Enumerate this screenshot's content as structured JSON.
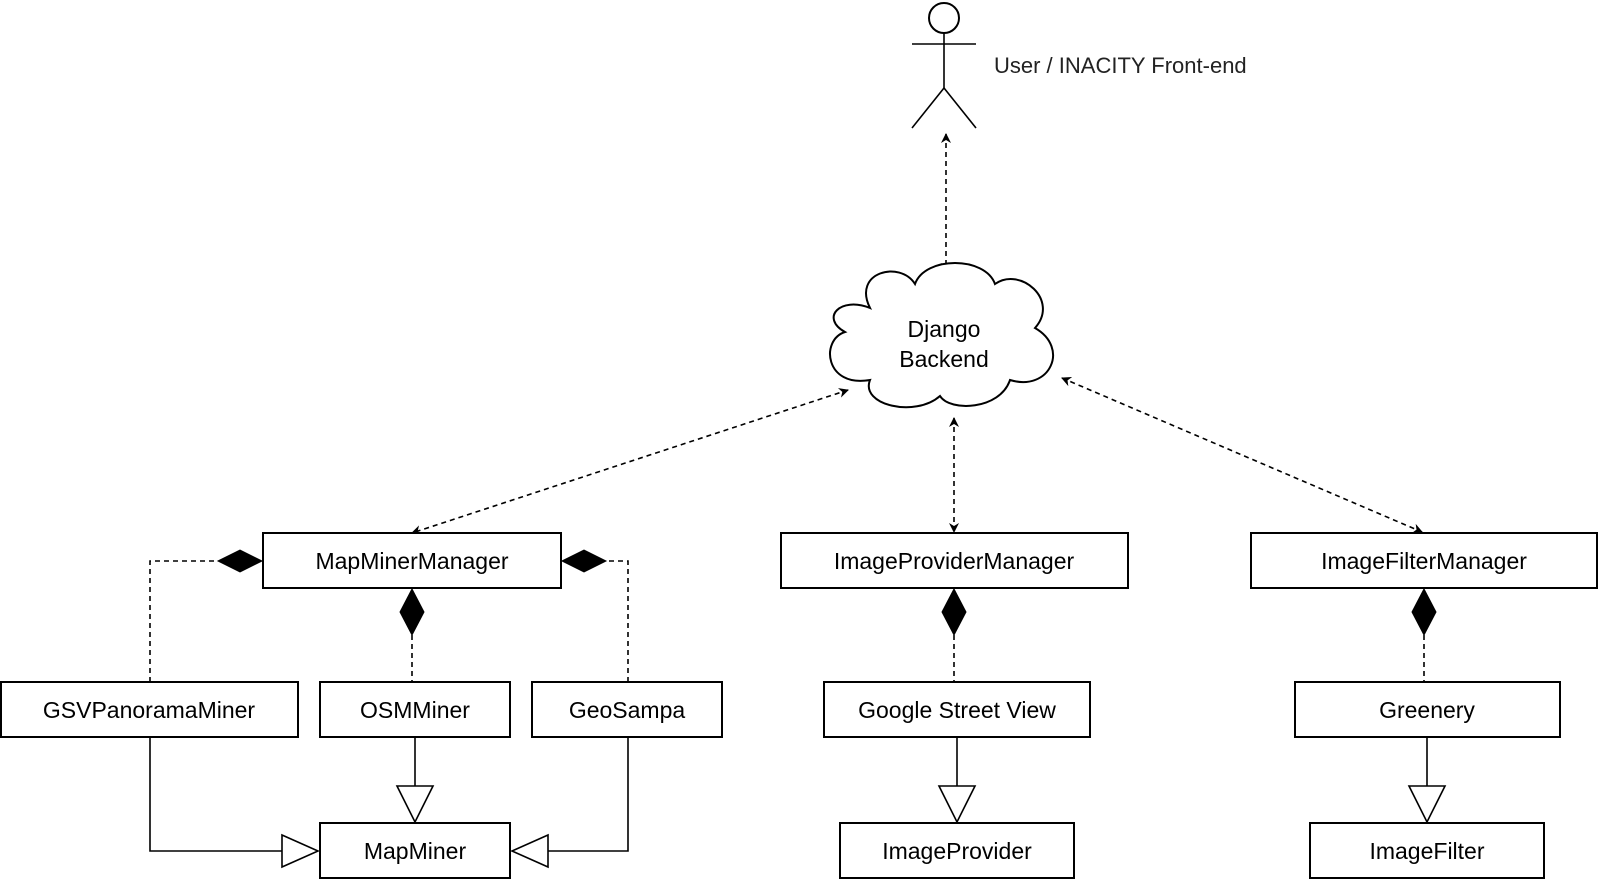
{
  "actor": {
    "label": "User / INACITY Front-end"
  },
  "cloud": {
    "line1": "Django",
    "line2": "Backend"
  },
  "managers": {
    "mapminer": "MapMinerManager",
    "imageprovider": "ImageProviderManager",
    "imagefilter": "ImageFilterManager"
  },
  "components": {
    "gsv_panorama_miner": "GSVPanoramaMiner",
    "osm_miner": "OSMMiner",
    "geosampa": "GeoSampa",
    "google_street_view": "Google Street View",
    "greenery": "Greenery"
  },
  "base_classes": {
    "mapminer": "MapMiner",
    "imageprovider": "ImageProvider",
    "imagefilter": "ImageFilter"
  }
}
